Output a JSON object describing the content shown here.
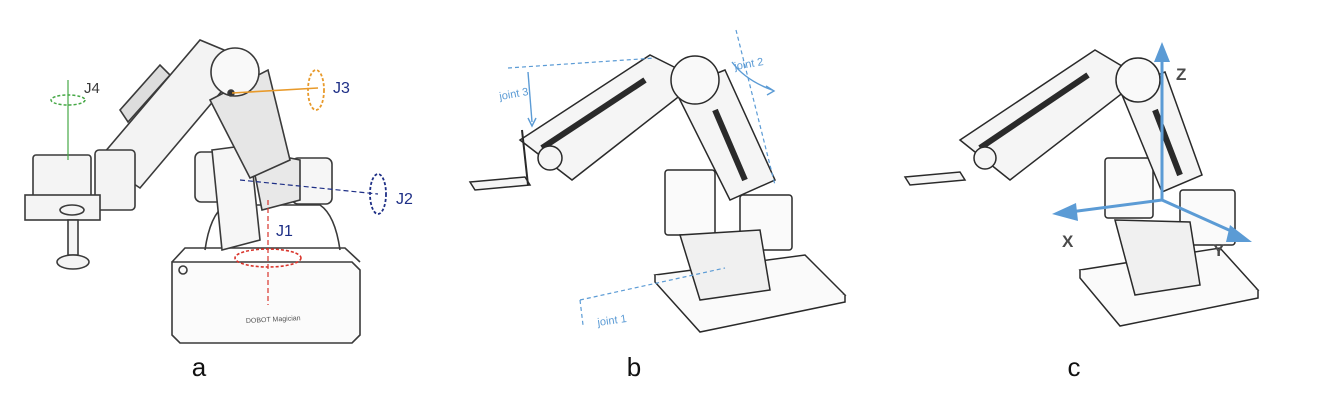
{
  "panels": [
    {
      "caption": "a",
      "labels": {
        "j1": "J1",
        "j2": "J2",
        "j3": "J3",
        "j4": "J4",
        "brand": "DOBOT Magician"
      },
      "colors": {
        "j1": "#d9342b",
        "j2": "#1e2f86",
        "j3": "#e89a2b",
        "j4": "#46a846",
        "body": "#3a3a3a"
      }
    },
    {
      "caption": "b",
      "labels": {
        "joint1": "joint 1",
        "joint2": "joint 2",
        "joint3": "joint 3"
      },
      "colors": {
        "annotation": "#5b9bd5",
        "body": "#2a2a2a"
      }
    },
    {
      "caption": "c",
      "labels": {
        "x": "X",
        "y": "Y",
        "z": "Z"
      },
      "colors": {
        "axis": "#5b9bd5",
        "body": "#2a2a2a"
      }
    }
  ]
}
